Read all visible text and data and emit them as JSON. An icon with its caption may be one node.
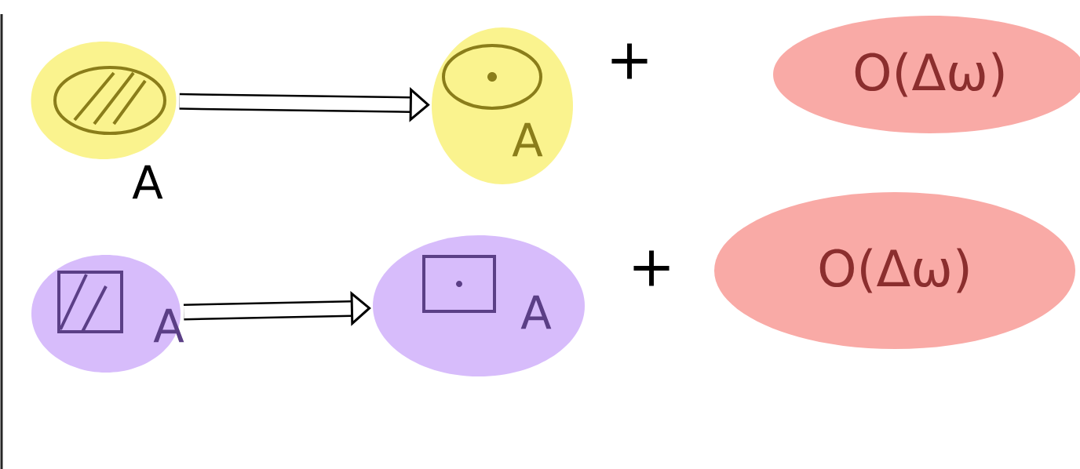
{
  "diagram": {
    "nodes": [
      {
        "text": [
          "A"
        ]
      },
      {
        "text": [
          "A"
        ]
      },
      {
        "text": [
          "O(Δω)"
        ]
      },
      {
        "text": [
          "A"
        ]
      },
      {
        "text": [
          "A"
        ]
      },
      {
        "text": [
          "O(Δω)"
        ]
      }
    ],
    "edges": [
      {
        "from": 0,
        "to": 1,
        "arrow": "to"
      },
      {
        "from": 3,
        "to": 4,
        "arrow": "to"
      }
    ],
    "labels": [
      "+",
      "+"
    ]
  }
}
